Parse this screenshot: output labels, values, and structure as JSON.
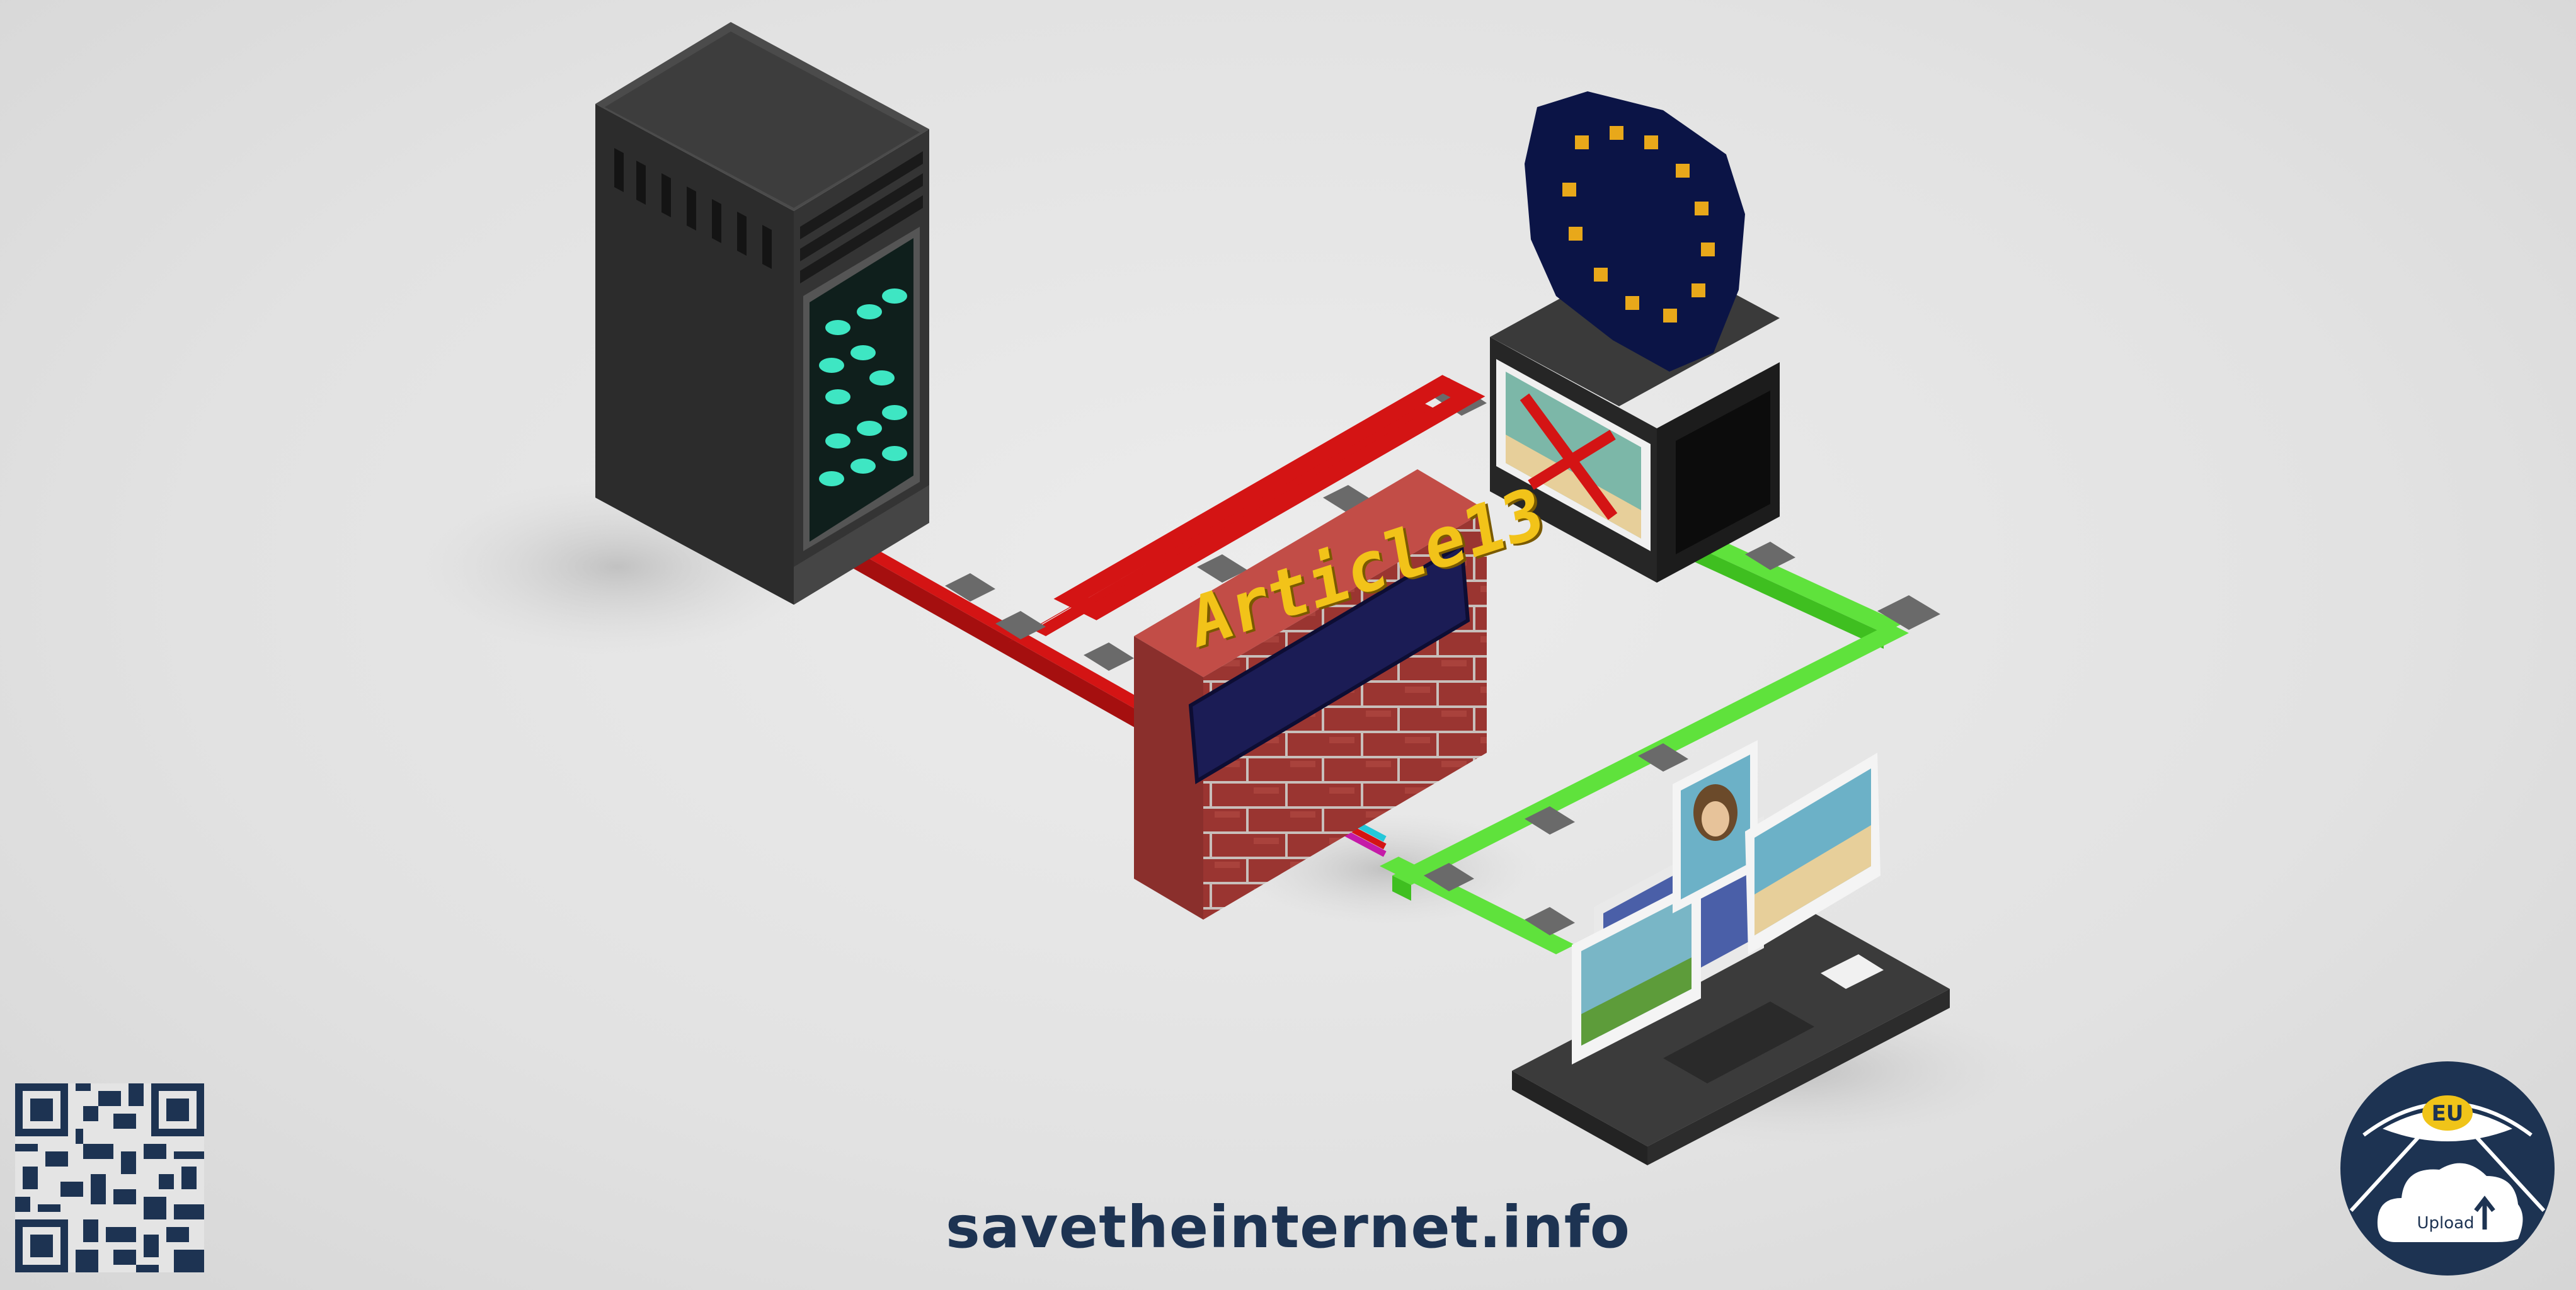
{
  "footer": {
    "url": "savetheinternet.info"
  },
  "wall": {
    "sign_label": "Article13"
  },
  "badge": {
    "region_label": "EU",
    "cloud_label": "Upload"
  },
  "colors": {
    "background": "#e4e4e4",
    "blocked_cable": "#d41414",
    "allowed_cable": "#5fe23c",
    "connector": "#6a6a6a",
    "brick": "#a83a36",
    "eu_blue": "#0b1446",
    "eu_star": "#e8a81a",
    "server_light": "#3ee6c3",
    "badge_blue": "#1d3352",
    "url_text": "#1d3352"
  },
  "icons": [
    "server-icon",
    "brick-wall-icon",
    "eu-flag-icon",
    "upload-filter-icon",
    "computer-icon",
    "qr-code-icon",
    "eye-cloud-icon"
  ]
}
